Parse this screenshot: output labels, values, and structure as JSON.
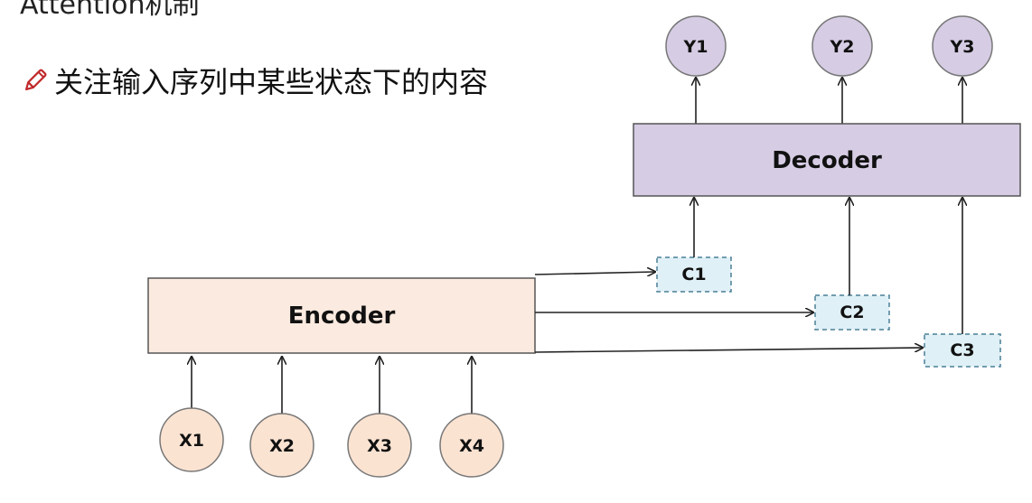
{
  "header": {
    "title": "Attention机制",
    "bullet": "关注输入序列中某些状态下的内容"
  },
  "diagram": {
    "encoder_label": "Encoder",
    "decoder_label": "Decoder",
    "inputs": [
      "X1",
      "X2",
      "X3",
      "X4"
    ],
    "contexts": [
      "C1",
      "C2",
      "C3"
    ],
    "outputs": [
      "Y1",
      "Y2",
      "Y3"
    ]
  },
  "colors": {
    "encoder_fill": "#fbeadf",
    "decoder_fill": "#d6cce4",
    "input_node_fill": "#fbe3d2",
    "output_node_fill": "#d6cce4",
    "context_fill": "#dff0f6",
    "context_border": "#4a7f95",
    "pencil": "#c0282a"
  },
  "icons": {
    "bullet": "pencil-icon"
  }
}
